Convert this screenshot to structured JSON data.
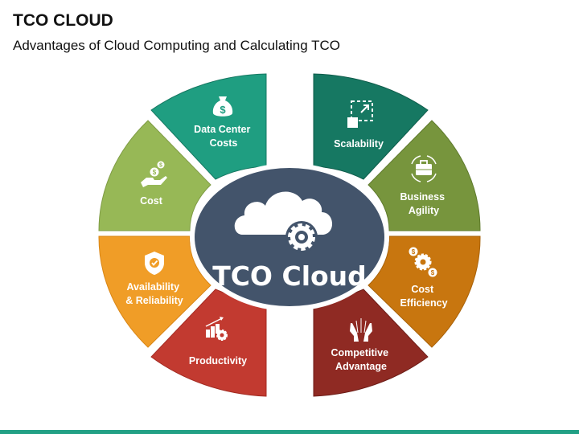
{
  "header": {
    "title": "TCO CLOUD",
    "subtitle": "Advantages of Cloud Computing and Calculating TCO"
  },
  "center": {
    "label": "TCO Cloud",
    "icon": "cloud-gear-icon",
    "color": "#43546b"
  },
  "segments": [
    {
      "id": "data-center-costs",
      "lines": [
        "Data Center",
        "Costs"
      ],
      "icon": "money-bag-icon",
      "color": "#1f9e81"
    },
    {
      "id": "cost",
      "lines": [
        "Cost"
      ],
      "icon": "hand-coins-icon",
      "color": "#97b856"
    },
    {
      "id": "availability-reliability",
      "lines": [
        "Availability",
        "& Reliability"
      ],
      "icon": "shield-check-icon",
      "color": "#f09d27"
    },
    {
      "id": "productivity",
      "lines": [
        "Productivity"
      ],
      "icon": "chart-gear-icon",
      "color": "#c23a30"
    },
    {
      "id": "scalability",
      "lines": [
        "Scalability"
      ],
      "icon": "scale-arrow-icon",
      "color": "#167862"
    },
    {
      "id": "business-agility",
      "lines": [
        "Business",
        "Agility"
      ],
      "icon": "briefcase-cycle-icon",
      "color": "#77953d"
    },
    {
      "id": "cost-efficiency",
      "lines": [
        "Cost",
        "Efficiency"
      ],
      "icon": "gear-dollar-icon",
      "color": "#c8760f"
    },
    {
      "id": "competitive-advantage",
      "lines": [
        "Competitive",
        "Advantage"
      ],
      "icon": "hands-arrows-icon",
      "color": "#8f2a23"
    }
  ],
  "footer": {
    "bar_color": "#22a085"
  }
}
